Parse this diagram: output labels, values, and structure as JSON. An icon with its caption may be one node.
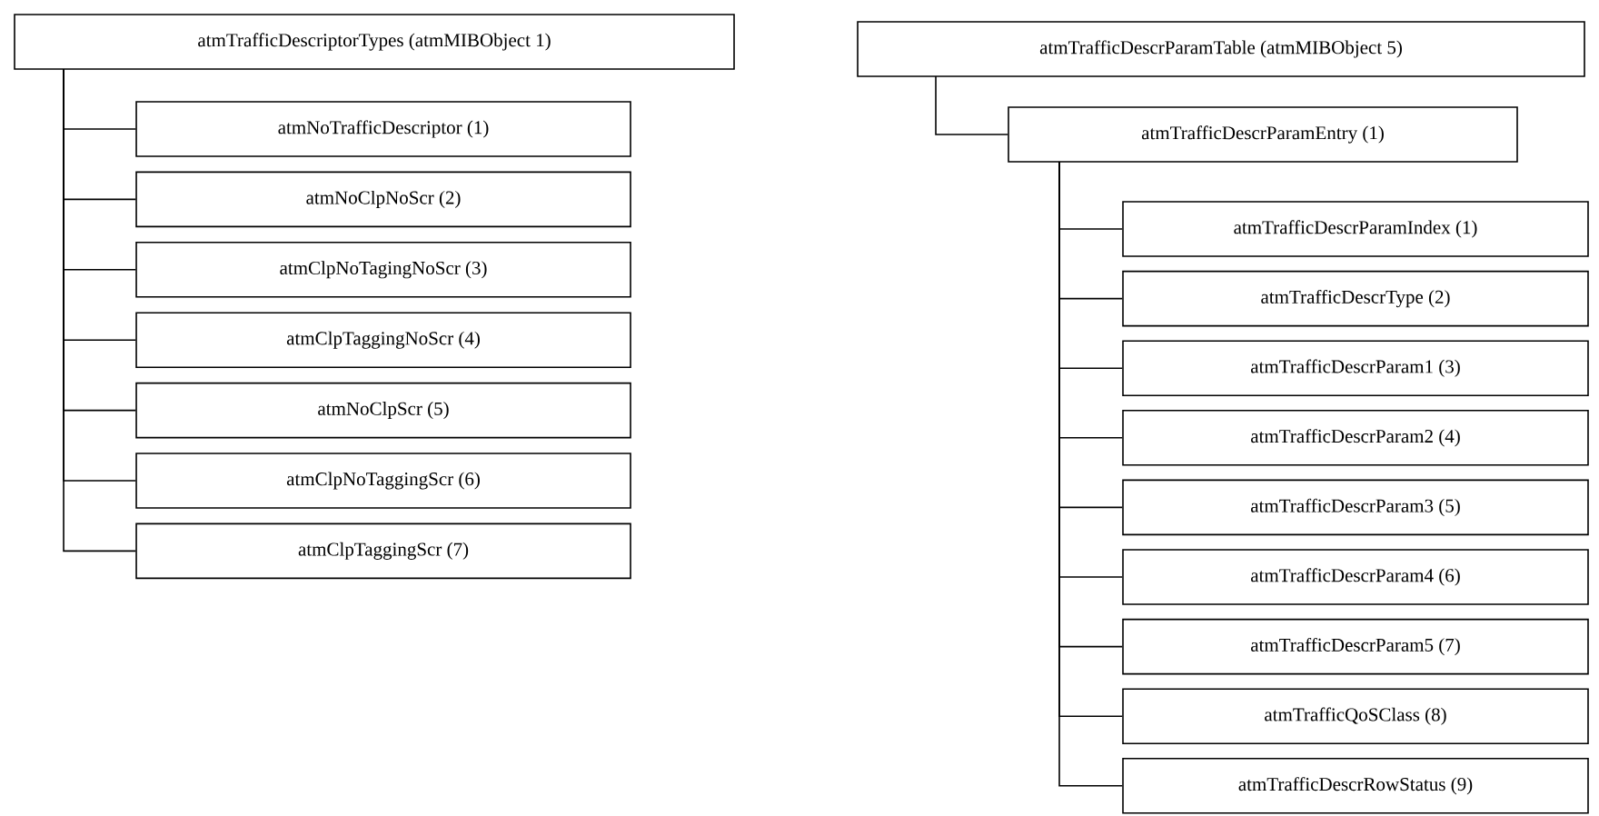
{
  "diagram": {
    "nodes": [
      {
        "text": [
          "atmTrafficDescriptorTypes (atmMIBObject 1)"
        ]
      },
      {
        "text": [
          "atmNoTrafficDescriptor (1)"
        ]
      },
      {
        "text": [
          "atmNoClpNoScr (2)"
        ]
      },
      {
        "text": [
          "atmClpNoTagingNoScr (3)"
        ]
      },
      {
        "text": [
          "atmClpTaggingNoScr (4)"
        ]
      },
      {
        "text": [
          "atmNoClpScr (5)"
        ]
      },
      {
        "text": [
          "atmClpNoTaggingScr (6)"
        ]
      },
      {
        "text": [
          "atmClpTaggingScr (7)"
        ]
      },
      {
        "text": [
          "atmTrafficDescrParamTable (atmMIBObject 5)"
        ]
      },
      {
        "text": [
          "atmTrafficDescrParamEntry (1)"
        ]
      },
      {
        "text": [
          "atmTrafficDescrParamIndex (1)"
        ]
      },
      {
        "text": [
          "atmTrafficDescrType (2)"
        ]
      },
      {
        "text": [
          "atmTrafficDescrParam1 (3)"
        ]
      },
      {
        "text": [
          "atmTrafficDescrParam2 (4)"
        ]
      },
      {
        "text": [
          "atmTrafficDescrParam3 (5)"
        ]
      },
      {
        "text": [
          "atmTrafficDescrParam4 (6)"
        ]
      },
      {
        "text": [
          "atmTrafficDescrParam5 (7)"
        ]
      },
      {
        "text": [
          "atmTrafficQoSClass (8)"
        ]
      },
      {
        "text": [
          "atmTrafficDescrRowStatus (9)"
        ]
      }
    ],
    "edges": [
      {
        "from": 0,
        "to": 1,
        "arrow": "none"
      },
      {
        "from": 0,
        "to": 2,
        "arrow": "none"
      },
      {
        "from": 0,
        "to": 3,
        "arrow": "none"
      },
      {
        "from": 0,
        "to": 4,
        "arrow": "none"
      },
      {
        "from": 0,
        "to": 5,
        "arrow": "none"
      },
      {
        "from": 0,
        "to": 6,
        "arrow": "none"
      },
      {
        "from": 0,
        "to": 7,
        "arrow": "none"
      },
      {
        "from": 8,
        "to": 9,
        "arrow": "none"
      },
      {
        "from": 9,
        "to": 10,
        "arrow": "none"
      },
      {
        "from": 9,
        "to": 11,
        "arrow": "none"
      },
      {
        "from": 9,
        "to": 12,
        "arrow": "none"
      },
      {
        "from": 9,
        "to": 13,
        "arrow": "none"
      },
      {
        "from": 9,
        "to": 14,
        "arrow": "none"
      },
      {
        "from": 9,
        "to": 15,
        "arrow": "none"
      },
      {
        "from": 9,
        "to": 16,
        "arrow": "none"
      },
      {
        "from": 9,
        "to": 17,
        "arrow": "none"
      },
      {
        "from": 9,
        "to": 18,
        "arrow": "none"
      }
    ]
  }
}
